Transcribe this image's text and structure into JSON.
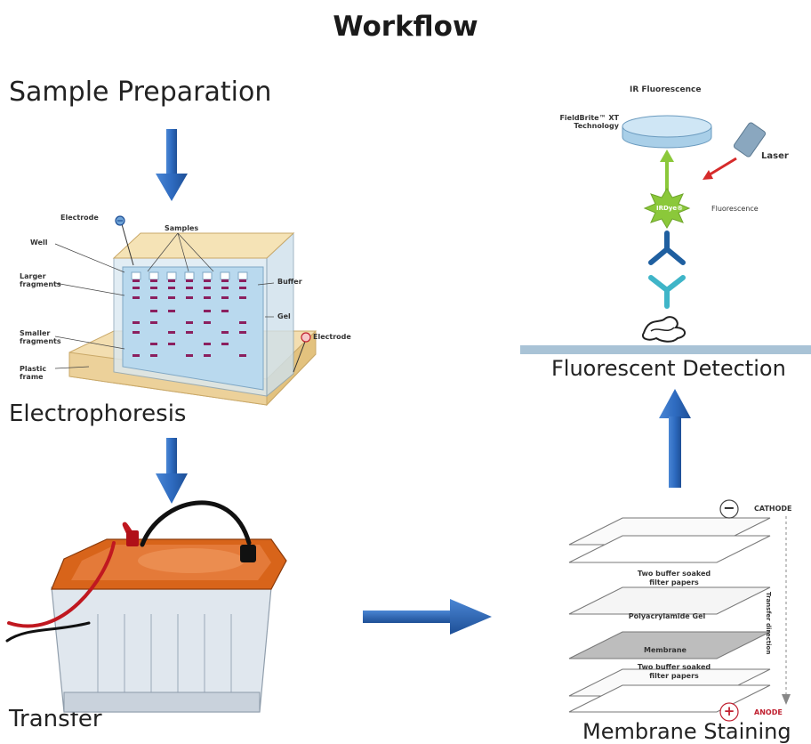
{
  "title": "Workflow",
  "steps": {
    "sample_preparation": "Sample Preparation",
    "electrophoresis": "Electrophoresis",
    "transfer": "Transfer",
    "membrane_staining": "Membrane Staining",
    "fluorescent_detection": "Fluorescent Detection"
  },
  "gel_labels": {
    "electrode_top": "Electrode",
    "samples": "Samples",
    "well": "Well",
    "larger_fragments": "Larger fragments",
    "buffer": "Buffer",
    "gel": "Gel",
    "smaller_fragments": "Smaller fragments",
    "electrode_right": "Electrode",
    "plastic_frame": "Plastic frame"
  },
  "detection_labels": {
    "ir_fluorescence": "IR Fluorescence",
    "fieldbrite": "FieldBrite™ XT Technology",
    "laser": "Laser",
    "irdye": "IRDye®",
    "fluorescence": "Fluorescence"
  },
  "stack_labels": {
    "cathode": "CATHODE",
    "anode": "ANODE",
    "minus": "−",
    "plus": "+",
    "top_filter": "Two buffer soaked filter papers",
    "gel": "Polyacrylamide Gel",
    "membrane": "Membrane",
    "bottom_filter": "Two buffer soaked filter papers",
    "transfer_direction": "Transfer direction"
  },
  "colors": {
    "arrow_blue": "#2e6bc0",
    "gel_blue": "#b9d9ee",
    "band_purple": "#8b1f5e",
    "frame_tan": "#f3deb0",
    "lid_orange": "#d8641a",
    "antibody_dark": "#1f5fa0",
    "antibody_light": "#3fb5c8",
    "star_green": "#8bc83a",
    "laser_red": "#d62a2a"
  }
}
